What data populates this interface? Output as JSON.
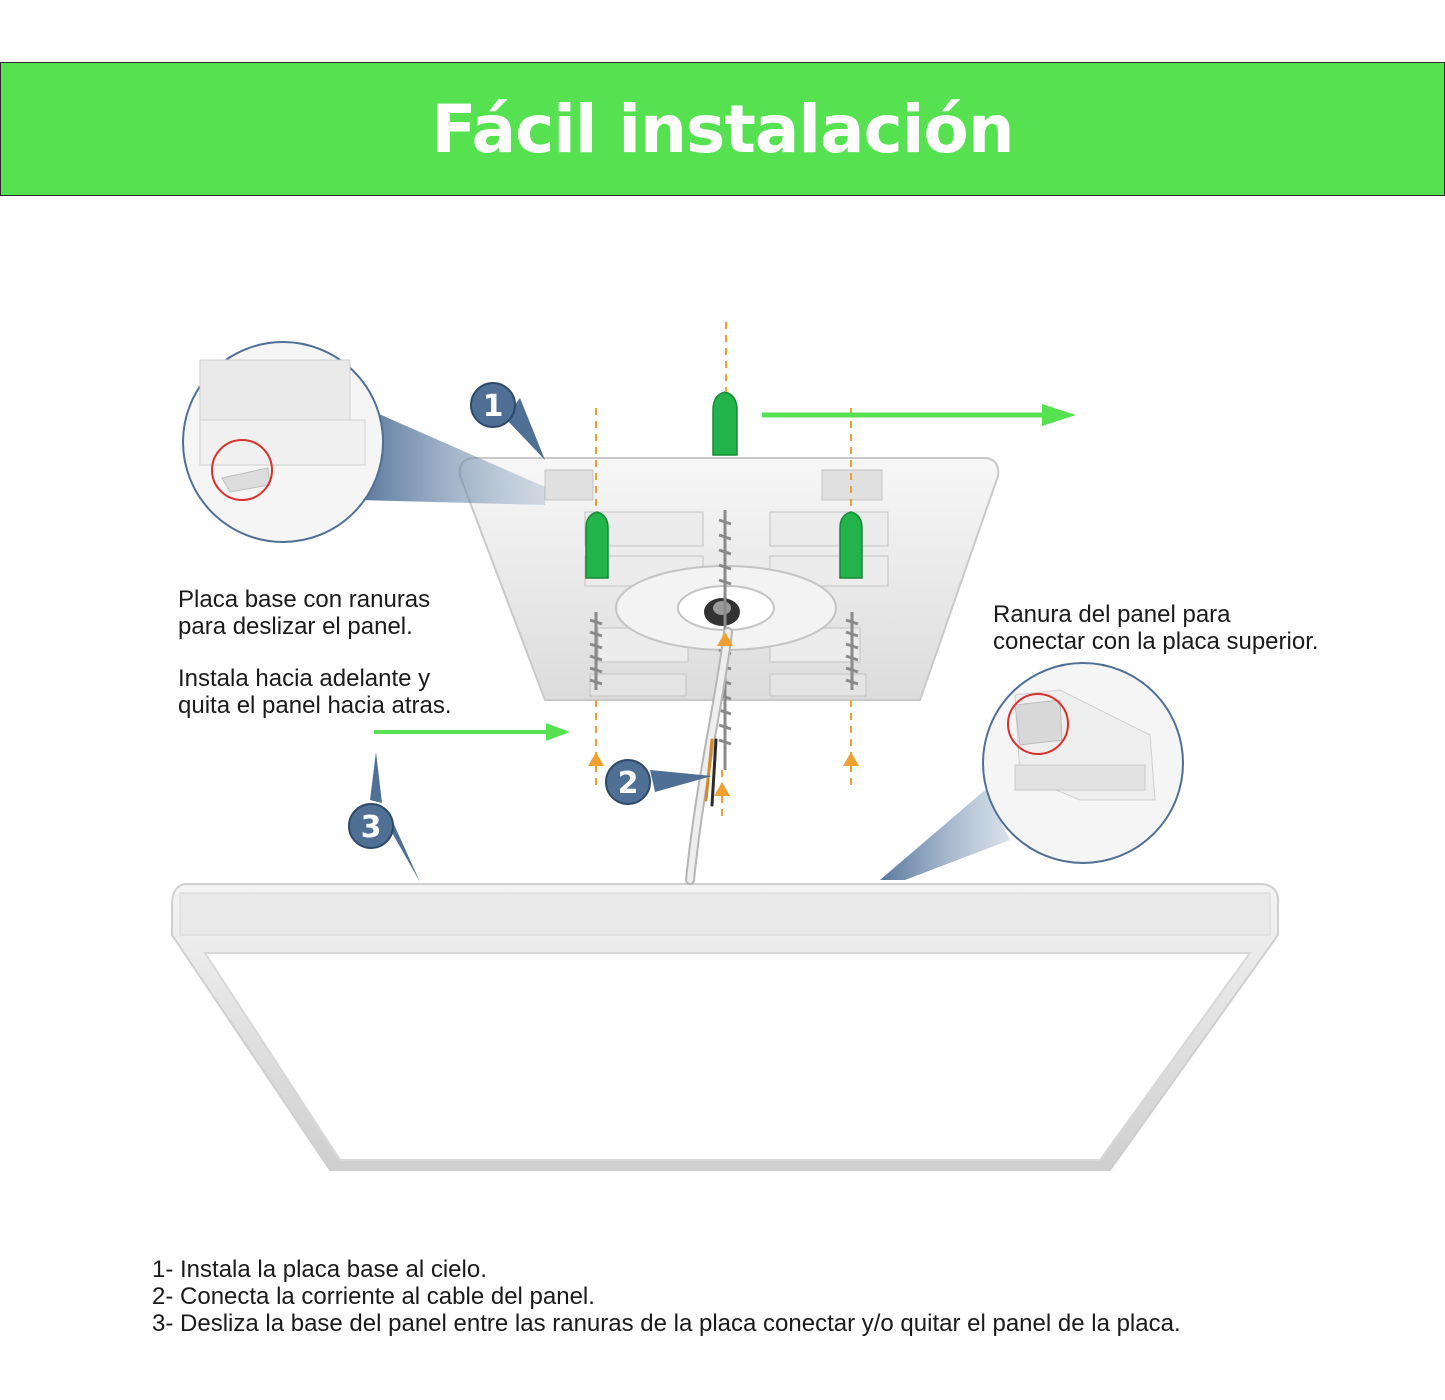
{
  "header": {
    "title": "Fácil instalación",
    "bg_color": "#55e150"
  },
  "callouts": {
    "base_plate": {
      "line1": "Placa base con ranuras",
      "line2": "para deslizar el panel."
    },
    "install": {
      "line1": "Instala hacia adelante y",
      "line2": "quita el panel hacia atras."
    },
    "panel_slot": {
      "line1": "Ranura del panel para",
      "line2": "conectar con la placa superior."
    }
  },
  "badges": [
    "1",
    "2",
    "3"
  ],
  "steps": [
    "1- Instala la placa base al cielo.",
    "2- Conecta la corriente al cable del panel.",
    "3- Desliza la base del panel entre las ranuras de la placa conectar y/o quitar el panel de la placa."
  ],
  "colors": {
    "accent_green": "#55e150",
    "badge_blue": "#4f6f95",
    "guide_orange": "#f0a030",
    "anchor_green": "#22b34a",
    "callout_red": "#d9302c"
  }
}
